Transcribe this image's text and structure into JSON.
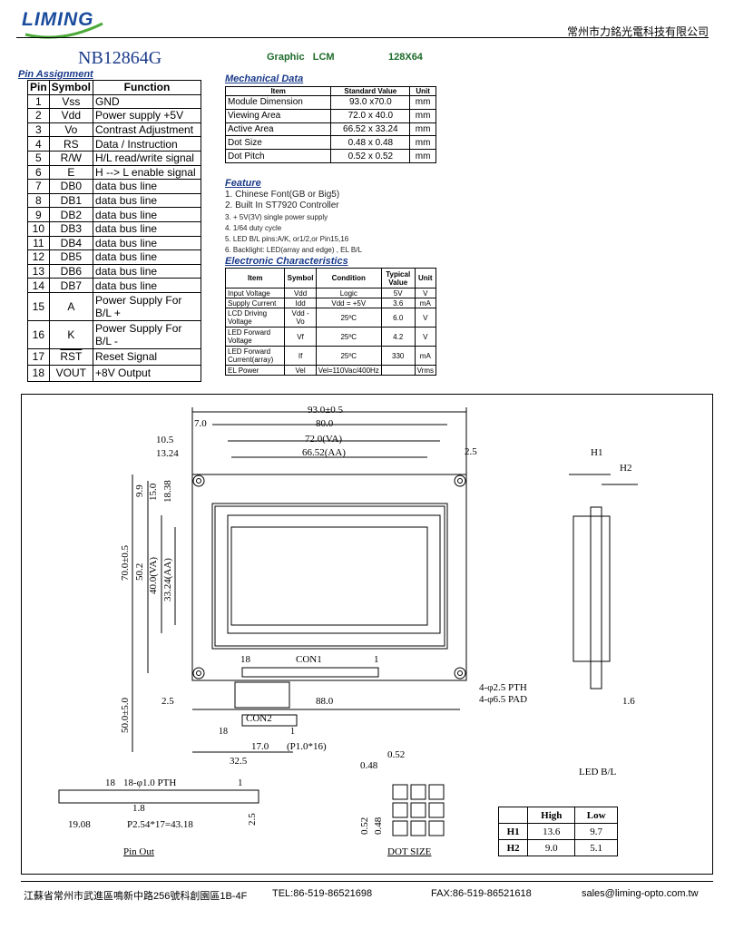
{
  "header": {
    "logo": "LIMING",
    "company_cn": "常州市力銘光電科技有限公司",
    "model": "NB12864G",
    "type": "Graphic   LCM",
    "resolution": "128X64"
  },
  "pin_assignment": {
    "title": "Pin Assignment",
    "headers": [
      "Pin",
      "Symbol",
      "Function"
    ],
    "rows": [
      [
        "1",
        "Vss",
        "GND"
      ],
      [
        "2",
        "Vdd",
        "Power supply  +5V"
      ],
      [
        "3",
        "Vo",
        "Contrast Adjustment"
      ],
      [
        "4",
        "RS",
        "Data / Instruction"
      ],
      [
        "5",
        "R/W",
        "H/L read/write signal"
      ],
      [
        "6",
        "E",
        "H --> L enable signal"
      ],
      [
        "7",
        "DB0",
        "data bus line"
      ],
      [
        "8",
        "DB1",
        "data bus line"
      ],
      [
        "9",
        "DB2",
        "data bus line"
      ],
      [
        "10",
        "DB3",
        "data bus line"
      ],
      [
        "11",
        "DB4",
        "data bus line"
      ],
      [
        "12",
        "DB5",
        "data bus line"
      ],
      [
        "13",
        "DB6",
        "data bus line"
      ],
      [
        "14",
        "DB7",
        "data bus line"
      ],
      [
        "15",
        "A",
        "Power Supply For B/L +"
      ],
      [
        "16",
        "K",
        "Power Supply For B/L -"
      ],
      [
        "17",
        "RST",
        "Reset Signal"
      ],
      [
        "18",
        "VOUT",
        "+8V Output"
      ]
    ]
  },
  "mechanical": {
    "title": "Mechanical Data",
    "headers": [
      "Item",
      "Standard Value",
      "Unit"
    ],
    "rows": [
      [
        "Module Dimension",
        "93.0 x70.0",
        "mm"
      ],
      [
        "Viewing Area",
        "72.0 x 40.0",
        "mm"
      ],
      [
        "Active  Area",
        "66.52 x 33.24",
        "mm"
      ],
      [
        "Dot Size",
        "0.48 x 0.48",
        "mm"
      ],
      [
        "Dot Pitch",
        "0.52 x 0.52",
        "mm"
      ]
    ]
  },
  "feature": {
    "title": "Feature",
    "items": [
      "1. Chinese Font(GB or Big5)",
      "2. Built In ST7920 Controller",
      "3. + 5V(3V) single power supply",
      "4. 1/64 duty cycle",
      "5. LED B/L pins:A/K, or1/2,or Pin15,16",
      "6. Backlight: LED(array and edge) , EL B/L"
    ]
  },
  "electronic": {
    "title": "Electronic Characteristics",
    "headers": [
      "Item",
      "Symbol",
      "Condition",
      "Typical Value",
      "Unit"
    ],
    "rows": [
      [
        "Input Voltage",
        "Vdd",
        "Logic",
        "5V",
        "V"
      ],
      [
        "Supply Current",
        "Idd",
        "Vdd = +5V",
        "3.6",
        "mA"
      ],
      [
        "LCD Driving Voltage",
        "Vdd - Vo",
        "25ºC",
        "6.0",
        "V"
      ],
      [
        "LED Forward Voltage",
        "Vf",
        "25ºC",
        "4.2",
        "V"
      ],
      [
        "LED Forward Current(array)",
        "If",
        "25ºC",
        "330",
        "mA"
      ],
      [
        "EL Power",
        "Vel",
        "Vel=110Vac/400Hz",
        "",
        "Vrms"
      ]
    ]
  },
  "drawing": {
    "dims": {
      "w930": "93.0±0.5",
      "w800": "80.0",
      "w720": "72.0(VA)",
      "w6652": "66.52(AA)",
      "d70": "7.0",
      "d105": "10.5",
      "d1324": "13.24",
      "d25t": "2.5",
      "h70": "70.0±0.5",
      "h502": "50.2",
      "h40": "40.0(VA)",
      "h3324": "33.24(AA)",
      "d99": "9.9",
      "d150": "15.0",
      "d1838": "18.38",
      "con1": "CON1",
      "p18a": "18",
      "p1a": "1",
      "pth": "4-φ2.5 PTH",
      "pad": "4-φ6.5 PAD",
      "d25b": "2.5",
      "d880": "88.0",
      "h50": "50.0±5.0",
      "con2": "CON2",
      "p18b": "18",
      "p1b": "1",
      "d170": "17.0",
      "p10": "(P1.0*16)",
      "d325": "32.5",
      "h1": "H1",
      "h2": "H2",
      "d16": "1.6",
      "ledbl": "LED B/L",
      "pin18": "18",
      "pinpth": "18-φ1.0 PTH",
      "pin1": "1",
      "d18": "1.8",
      "d1908": "19.08",
      "pitch": "P2.54*17=43.18",
      "d25p": "2.5",
      "pinout": "Pin Out",
      "ds052a": "0.52",
      "ds048a": "0.48",
      "ds052b": "0.52",
      "ds048b": "0.48",
      "dotsize": "DOT SIZE"
    },
    "hh_table": {
      "headers": [
        "",
        "High",
        "Low"
      ],
      "rows": [
        [
          "H1",
          "13.6",
          "9.7"
        ],
        [
          "H2",
          "9.0",
          "5.1"
        ]
      ]
    }
  },
  "footer": {
    "address": "江蘇省常州市武進區鳴新中路256號科創園區1B-4F",
    "tel": "TEL:86-519-86521698",
    "fax": "FAX:86-519-86521618",
    "email": "sales@liming-opto.com.tw"
  },
  "colors": {
    "brand_blue": "#1a4b9c",
    "title_blue": "#1a3a8a",
    "green": "#1d6b2a",
    "logo_swoosh": "#4caa3a"
  }
}
